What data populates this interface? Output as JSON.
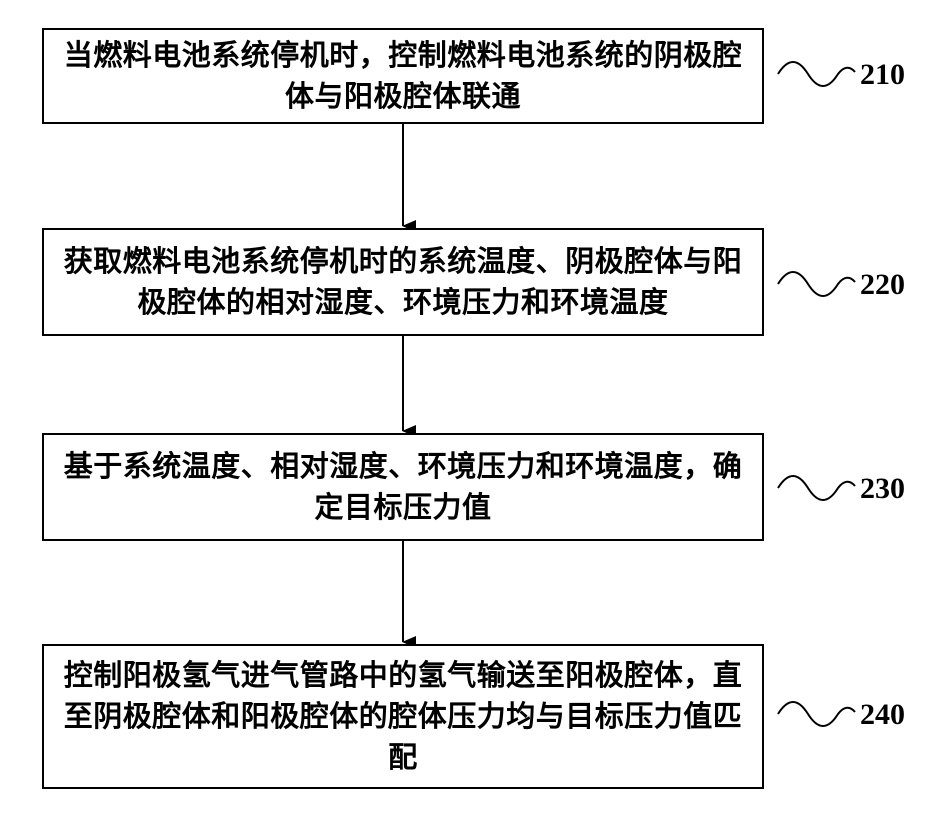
{
  "steps": [
    {
      "id": "210",
      "text": "当燃料电池系统停机时，控制燃料电池系统的阴极腔体与阳极腔体联通"
    },
    {
      "id": "220",
      "text": "获取燃料电池系统停机时的系统温度、阴极腔体与阳极腔体的相对湿度、环境压力和环境温度"
    },
    {
      "id": "230",
      "text": "基于系统温度、相对湿度、环境压力和环境温度，确定目标压力值"
    },
    {
      "id": "240",
      "text": "控制阳极氢气进气管路中的氢气输送至阳极腔体，直至阴极腔体和阳极腔体的腔体压力均与目标压力值匹配"
    }
  ],
  "colors": {
    "line": "#000000",
    "background": "#ffffff"
  }
}
